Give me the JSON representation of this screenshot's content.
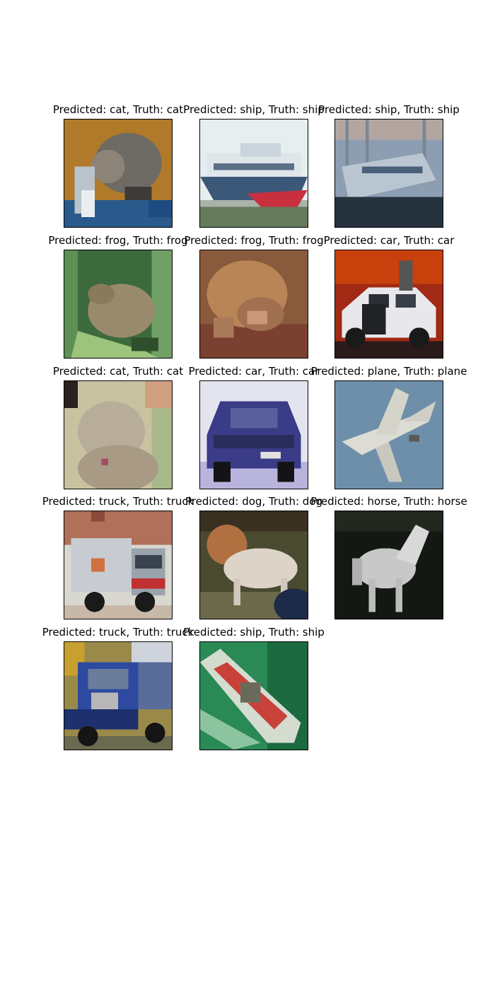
{
  "panels": [
    {
      "title": "Predicted: cat, Truth: cat"
    },
    {
      "title": "Predicted: ship, Truth: ship"
    },
    {
      "title": "Predicted: ship, Truth: ship"
    },
    {
      "title": "Predicted: frog, Truth: frog"
    },
    {
      "title": "Predicted: frog, Truth: frog"
    },
    {
      "title": "Predicted: car, Truth: car"
    },
    {
      "title": "Predicted: cat, Truth: cat"
    },
    {
      "title": "Predicted: car, Truth: car"
    },
    {
      "title": "Predicted: plane, Truth: plane"
    },
    {
      "title": "Predicted: truck, Truth: truck"
    },
    {
      "title": "Predicted: dog, Truth: dog"
    },
    {
      "title": "Predicted: horse, Truth: horse"
    },
    {
      "title": "Predicted: truck, Truth: truck"
    },
    {
      "title": "Predicted: ship, Truth: ship"
    }
  ]
}
